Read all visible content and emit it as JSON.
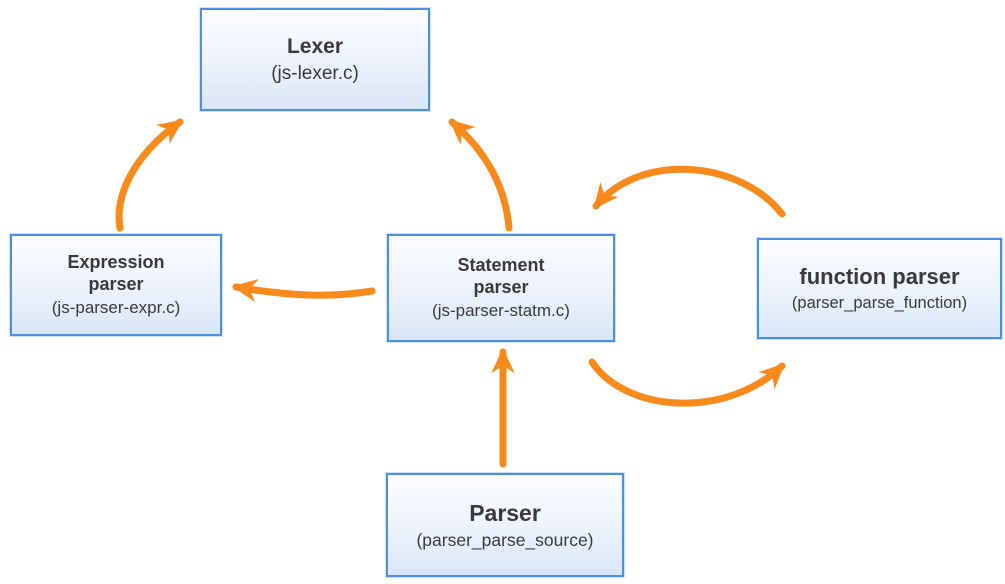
{
  "diagram": {
    "title": "JerryScript parser architecture diagram",
    "background": "#ffffff"
  },
  "colors": {
    "arrow-color": "#F8891B",
    "node-border": "#4D90E0",
    "node-fill-top": "#FCFDFF",
    "node-fill-mid": "#EDF3FC",
    "node-fill-bottom": "#D9E6F7",
    "text-color": "#3A3A3A",
    "bg": "#ffffff"
  },
  "nodes": {
    "lexer": {
      "line1": "Lexer",
      "line2": "",
      "file": "(js-lexer.c)"
    },
    "expression": {
      "line1": "Expression",
      "line2": "parser",
      "file": "(js-parser-expr.c)"
    },
    "statement": {
      "line1": "Statement",
      "line2": "parser",
      "file": "(js-parser-statm.c)"
    },
    "function": {
      "line1": "function parser",
      "line2": "",
      "file": "(parser_parse_function)"
    },
    "parser": {
      "line1": "Parser",
      "line2": "",
      "file": "(parser_parse_source)"
    }
  },
  "edges": [
    {
      "from": "Expression parser",
      "to": "Lexer"
    },
    {
      "from": "Statement parser",
      "to": "Lexer"
    },
    {
      "from": "Statement parser",
      "to": "Expression parser"
    },
    {
      "from": "Parser",
      "to": "Statement parser"
    },
    {
      "from": "function parser",
      "to": "Statement parser"
    },
    {
      "from": "Statement parser",
      "to": "function parser"
    }
  ]
}
